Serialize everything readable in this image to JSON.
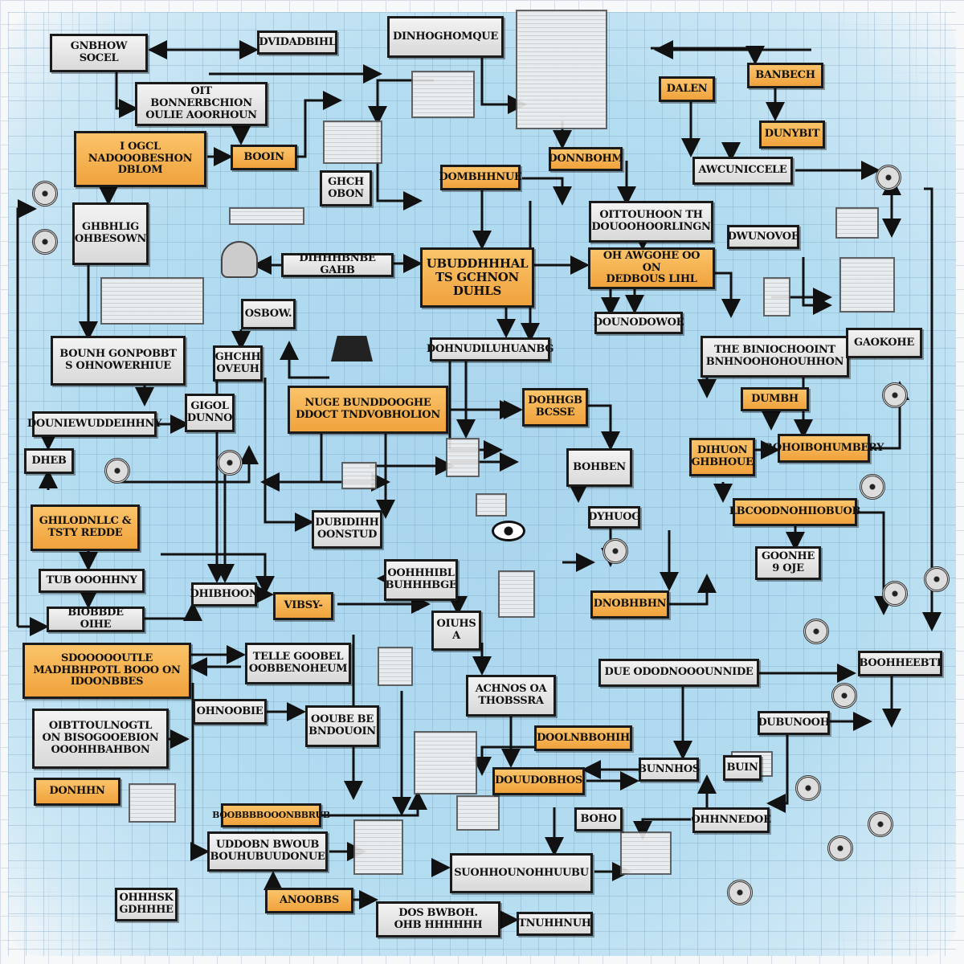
{
  "nodes": [
    "GNBHOW\nSOCEL",
    "DVIDADBIHL",
    "DINHOGHOMQUE",
    "OIT BONNERBCHION\nOULIE AOORHOUN",
    "I OGCL\nNADOOOBESHON\nDBLOM",
    "BOOIN",
    "DALEN",
    "BANBECH",
    "DUNYBIT",
    "DONNBOHM",
    "DOMBHHNUE",
    "AWCUNICCELE",
    "GHBHLIG\nOHBESOWN",
    "OITTOUHOON TH\nDOUOOHOORLINGN",
    "DWUNOVOE",
    "DIHHHBNBE GAHB",
    "UBUDDHHHAL\nTS GCHNON\nDUHLS",
    "OH AWGOHE OO ON\nDEDBOUS LIHL",
    "OSBOW.",
    "DOUNODOWOE",
    "BOUNH GONPOBBT\nS OHNOWERHIUE",
    "GHCHH\nOVEUH",
    "DOHNUDILUHUANBG",
    "THE BINIOCHOOINT\nBNHNOOHOHOUHHON",
    "GAOKOHE",
    "NUGE BUNDDOOGHE\nDDOCT TNDVOBHOLION",
    "DOHHGB\nBCSSE",
    "DUMBH",
    "DOUNIEWUDDEIHHNY",
    "GIGOL\nDUNNO",
    "DIHUON\nGHBHOUE",
    "BOHOIBOHUMBERY",
    "DHEB",
    "BOHBEN",
    "LBCOODNOHIIOBUOB",
    "GHILODNLLC &\nTSTY REDDE",
    "DUBIDIHH\nOONSTUD",
    "DYHUOG",
    "TUB OOOHHNY",
    "GOONHE\n9 OJE",
    "OOHHHIBL\nBUHHHBGE",
    "DHIBHOON",
    "VIBSY-",
    "DNOBHBHN",
    "BIOBBDE OIHE",
    "OIUHS\nA",
    "SDOOOOOUTLE\nMADHBHPOTL BOOO ON\nIDOONBBES",
    "TELLE GOOBEL\nOOBBENOHEUM",
    "DUE ODODNOOOUNNIDE",
    "BOOHHEEBTI",
    "ACHNOS OA\nTHOBSSRA",
    "OHNOOBIE",
    "OOUBE BE\nBNDOUOIN",
    "OIBTTOULNOGTL\nON BISOGOOEBION\nOOOHHBAHBON",
    "DOOLNBBOHIH",
    "DUBUNOOH",
    "BUNNHOS",
    "BUIN",
    "DONHHN",
    "DOUUDOBHOS",
    "BOOBBBBOOONBBRUB",
    "BOHO",
    "OHHNNEDOE",
    "UDDOBN BWOUB\nBOUHUBUUDONUE",
    "SUOHHOUNOHHUUBU",
    "OHHHSK\nGDHHHE",
    "ANOOBBS",
    "DOS BWBOH.\nOHB HHHHHH",
    "TNUHHNUH",
    "GHCH\nOBON"
  ],
  "colors": {
    "orange": "#f5ab45",
    "gray": "#e3e3e3",
    "background": "#b0daef",
    "line": "#111111"
  }
}
